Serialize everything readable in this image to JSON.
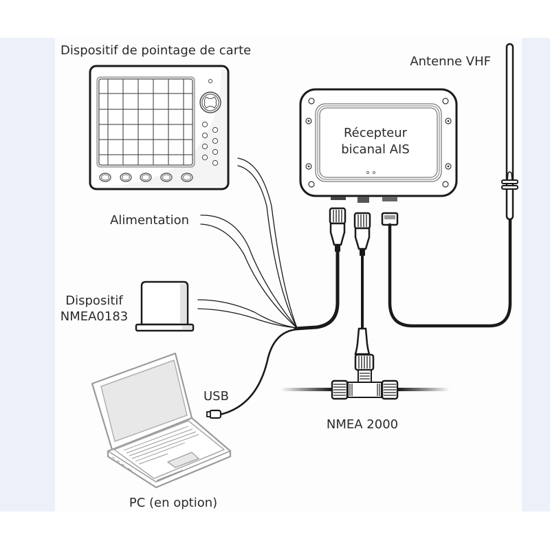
{
  "diagram": {
    "title": "AIS receiver connection diagram",
    "labels": {
      "chart_plotter": "Dispositif de pointage de carte",
      "vhf_antenna": "Antenne VHF",
      "receiver_line1": "Récepteur",
      "receiver_line2": "bicanal AIS",
      "power": "Alimentation",
      "nmea0183_line1": "Dispositif",
      "nmea0183_line2": "NMEA0183",
      "usb": "USB",
      "nmea2000": "NMEA 2000",
      "pc": "PC (en option)"
    },
    "nodes": [
      {
        "id": "chart_plotter",
        "label": "Dispositif de pointage de carte"
      },
      {
        "id": "ais_receiver",
        "label": "Récepteur bicanal AIS"
      },
      {
        "id": "vhf_antenna",
        "label": "Antenne VHF"
      },
      {
        "id": "power",
        "label": "Alimentation"
      },
      {
        "id": "nmea0183_device",
        "label": "Dispositif NMEA0183"
      },
      {
        "id": "pc",
        "label": "PC (en option)"
      },
      {
        "id": "nmea2000_backbone",
        "label": "NMEA 2000"
      }
    ],
    "edges": [
      {
        "from": "chart_plotter",
        "to": "ais_receiver",
        "via": "multi-wire cable bundle"
      },
      {
        "from": "power",
        "to": "ais_receiver",
        "via": "multi-wire cable bundle"
      },
      {
        "from": "nmea0183_device",
        "to": "ais_receiver",
        "via": "multi-wire cable bundle"
      },
      {
        "from": "pc",
        "to": "ais_receiver",
        "via": "USB"
      },
      {
        "from": "ais_receiver",
        "to": "nmea2000_backbone",
        "via": "T-connector"
      },
      {
        "from": "ais_receiver",
        "to": "vhf_antenna",
        "via": "antenna cable"
      }
    ],
    "colors": {
      "line": "#1a1a1a",
      "band": "#ecf1f9",
      "panel": "#fdfdfd",
      "device_fill": "#ffffff",
      "shade": "#e2e2e2",
      "laptop_stroke": "#9a9a9a"
    }
  }
}
